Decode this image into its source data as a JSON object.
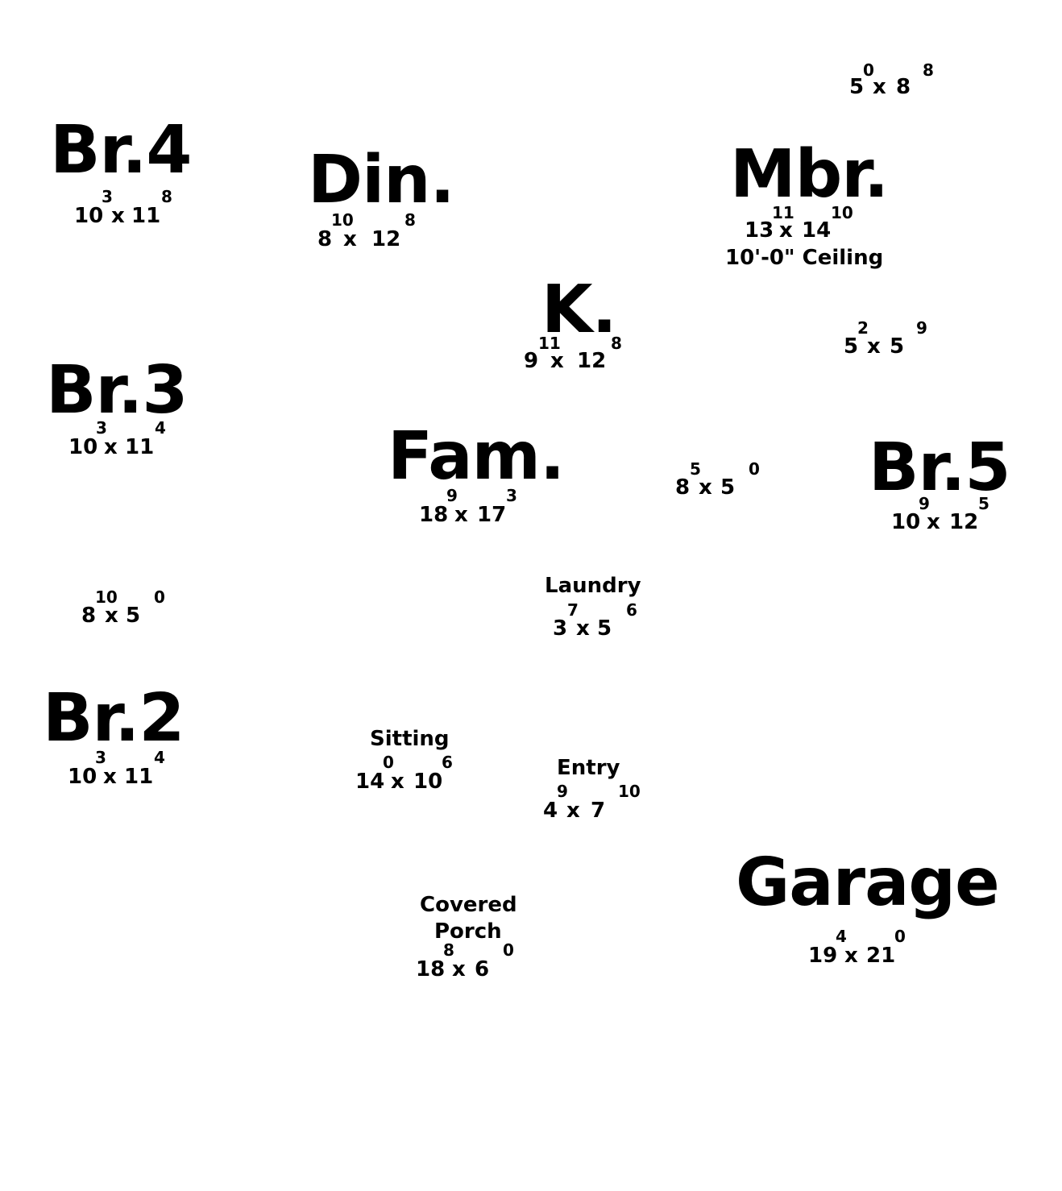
{
  "rooms": {
    "br4": {
      "name": "Br.4",
      "dim_a": "10",
      "sup_a": "3",
      "x": "x",
      "dim_b": "11",
      "sup_b": "8"
    },
    "din": {
      "name": "Din.",
      "dim_a": "8",
      "sup_a": "10",
      "x": "x",
      "dim_b": "12",
      "sup_b": "8"
    },
    "mbr": {
      "name": "Mbr.",
      "dim_a": "13",
      "sup_a": "11",
      "x": "x",
      "dim_b": "14",
      "sup_b": "10",
      "note": "10'-0\" Ceiling"
    },
    "k": {
      "name": "K.",
      "dim_a": "9",
      "sup_a": "11",
      "x": "x",
      "dim_b": "12",
      "sup_b": "8"
    },
    "br3": {
      "name": "Br.3",
      "dim_a": "10",
      "sup_a": "3",
      "x": "x",
      "dim_b": "11",
      "sup_b": "4"
    },
    "fam": {
      "name": "Fam.",
      "dim_a": "18",
      "sup_a": "9",
      "x": "x",
      "dim_b": "17",
      "sup_b": "3"
    },
    "br5": {
      "name": "Br.5",
      "dim_a": "10",
      "sup_a": "9",
      "x": "x",
      "dim_b": "12",
      "sup_b": "5"
    },
    "laundry": {
      "name": "Laundry",
      "dim_a": "3",
      "sup_a": "7",
      "x": "x",
      "dim_b": "5",
      "sup_b": "6"
    },
    "br2": {
      "name": "Br.2",
      "dim_a": "10",
      "sup_a": "3",
      "x": "x",
      "dim_b": "11",
      "sup_b": "4"
    },
    "sitting": {
      "name": "Sitting",
      "dim_a": "14",
      "sup_a": "0",
      "x": "x",
      "dim_b": "10",
      "sup_b": "6"
    },
    "entry": {
      "name": "Entry",
      "dim_a": "4",
      "sup_a": "9",
      "x": "x",
      "dim_b": "7",
      "sup_b": "10"
    },
    "porch": {
      "name_line1": "Covered",
      "name_line2": "Porch",
      "dim_a": "18",
      "sup_a": "8",
      "x": "x",
      "dim_b": "6",
      "sup_b": "0"
    },
    "garage": {
      "name": "Garage",
      "dim_a": "19",
      "sup_a": "4",
      "x": "x",
      "dim_b": "21",
      "sup_b": "0"
    }
  },
  "unlabeled": {
    "top_right": {
      "dim_a": "5",
      "sup_a": "0",
      "x": "x",
      "dim_b": "8",
      "sup_b": "8"
    },
    "mid_right": {
      "dim_a": "5",
      "sup_a": "2",
      "x": "x",
      "dim_b": "5",
      "sup_b": "9"
    },
    "center_right": {
      "dim_a": "8",
      "sup_a": "5",
      "x": "x",
      "dim_b": "5",
      "sup_b": "0"
    },
    "left": {
      "dim_a": "8",
      "sup_a": "10",
      "x": "x",
      "dim_b": "5",
      "sup_b": "0"
    }
  }
}
